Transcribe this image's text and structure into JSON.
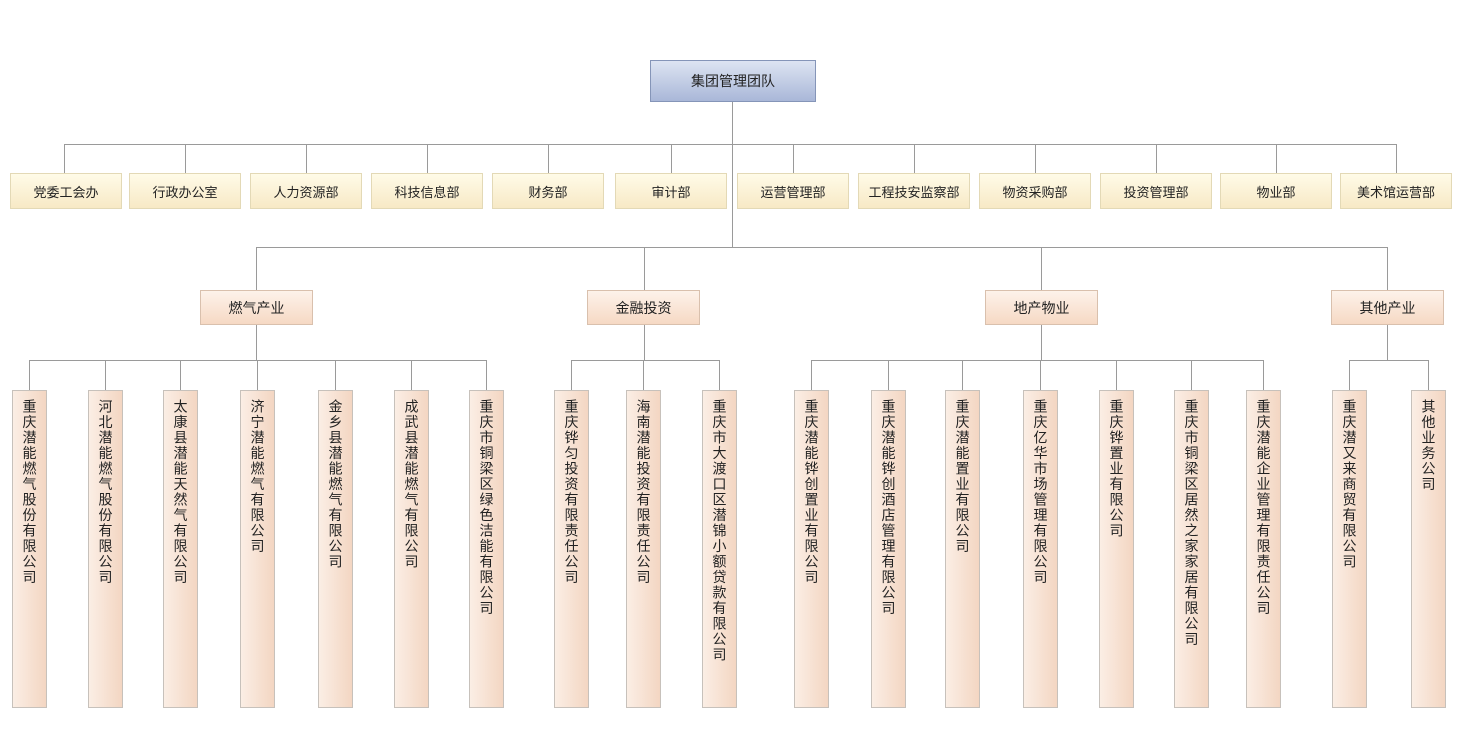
{
  "root": {
    "label": "集团管理团队"
  },
  "departments": [
    "党委工会办",
    "行政办公室",
    "人力资源部",
    "科技信息部",
    "财务部",
    "审计部",
    "运营管理部",
    "工程技安监察部",
    "物资采购部",
    "投资管理部",
    "物业部",
    "美术馆运营部"
  ],
  "sectors": [
    {
      "label": "燃气产业",
      "companies": [
        "重庆潜能燃气股份有限公司",
        "河北潜能燃气股份有限公司",
        "太康县潜能天然气有限公司",
        "济宁潜能燃气有限公司",
        "金乡县潜能燃气有限公司",
        "成武县潜能燃气有限公司",
        "重庆市铜梁区绿色洁能有限公司"
      ]
    },
    {
      "label": "金融投资",
      "companies": [
        "重庆铧匀投资有限责任公司",
        "海南潜能投资有限责任公司",
        "重庆市大渡口区潜锦小额贷款有限公司"
      ]
    },
    {
      "label": "地产物业",
      "companies": [
        "重庆潜能铧创置业有限公司",
        "重庆潜能铧创酒店管理有限公司",
        "重庆潜能置业有限公司",
        "重庆亿华市场管理有限公司",
        "重庆铧置业有限公司",
        "重庆市铜梁区居然之家家居有限公司",
        "重庆潜能企业管理有限责任公司"
      ]
    },
    {
      "label": "其他产业",
      "companies": [
        "重庆潜又来商贸有限公司",
        "其他业务公司"
      ]
    }
  ]
}
